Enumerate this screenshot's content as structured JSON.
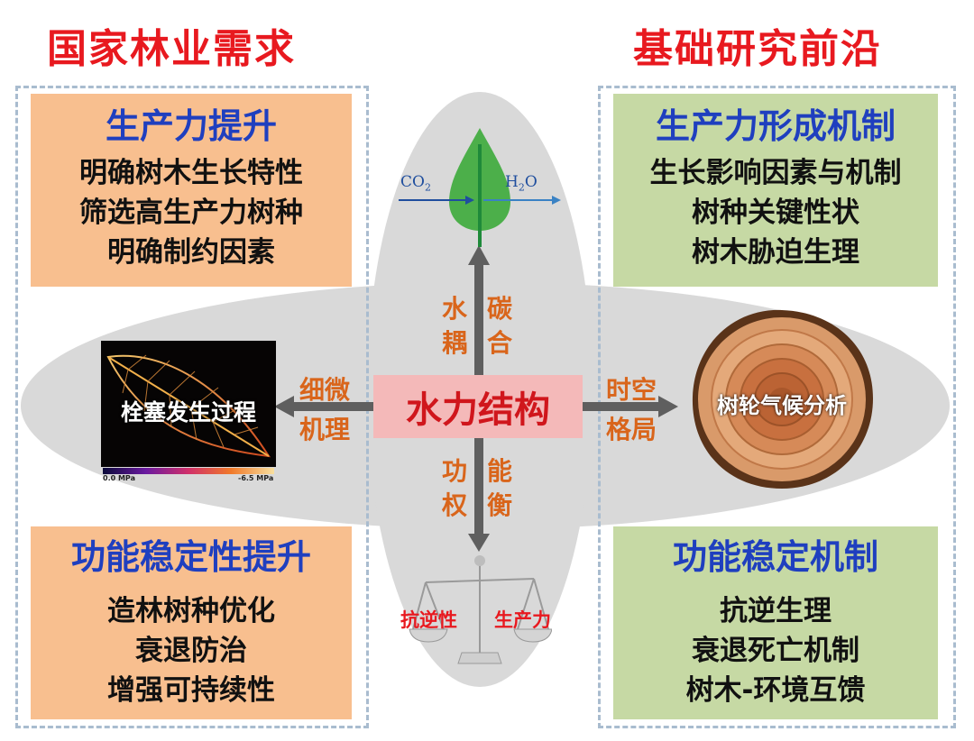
{
  "headings": {
    "left": "国家林业需求",
    "right": "基础研究前沿"
  },
  "boxes": {
    "top_left": {
      "title": "生产力提升",
      "lines": [
        "明确树木生长特性",
        "筛选高生产力树种",
        "明确制约因素"
      ]
    },
    "top_right": {
      "title": "生产力形成机制",
      "lines": [
        "生长影响因素与机制",
        "树种关键性状",
        "树木胁迫生理"
      ]
    },
    "bottom_left": {
      "title": "功能稳定性提升",
      "lines": [
        "造林树种优化",
        "衰退防治",
        "增强可持续性"
      ]
    },
    "bottom_right": {
      "title": "功能稳定机制",
      "lines": [
        "抗逆生理",
        "衰退死亡机制",
        "树木-环境互馈"
      ]
    }
  },
  "center": {
    "label": "水力结构"
  },
  "arrows": {
    "up": [
      "水",
      "耦",
      "碳",
      "合"
    ],
    "down": [
      "功",
      "权",
      "能",
      "衡"
    ],
    "left": [
      "细微",
      "机理"
    ],
    "right": [
      "时空",
      "格局"
    ]
  },
  "leaf": {
    "in": "CO",
    "in_sub": "2",
    "out_pre": "H",
    "out_sub": "2",
    "out_post": "O"
  },
  "embolism": {
    "label": "栓塞发生过程",
    "scale_min": "0.0 MPa",
    "scale_max": "-6.5 MPa"
  },
  "tree_ring": {
    "label": "树轮气候分析"
  },
  "balance": {
    "left": "抗逆性",
    "right": "生产力"
  },
  "colors": {
    "heading": "#e8191f",
    "title": "#1f3fbf",
    "arrow_label": "#d9651b",
    "orange_box": "#f8bf8f",
    "green_box": "#c6d9a4",
    "center_box": "#f4b9b9"
  }
}
